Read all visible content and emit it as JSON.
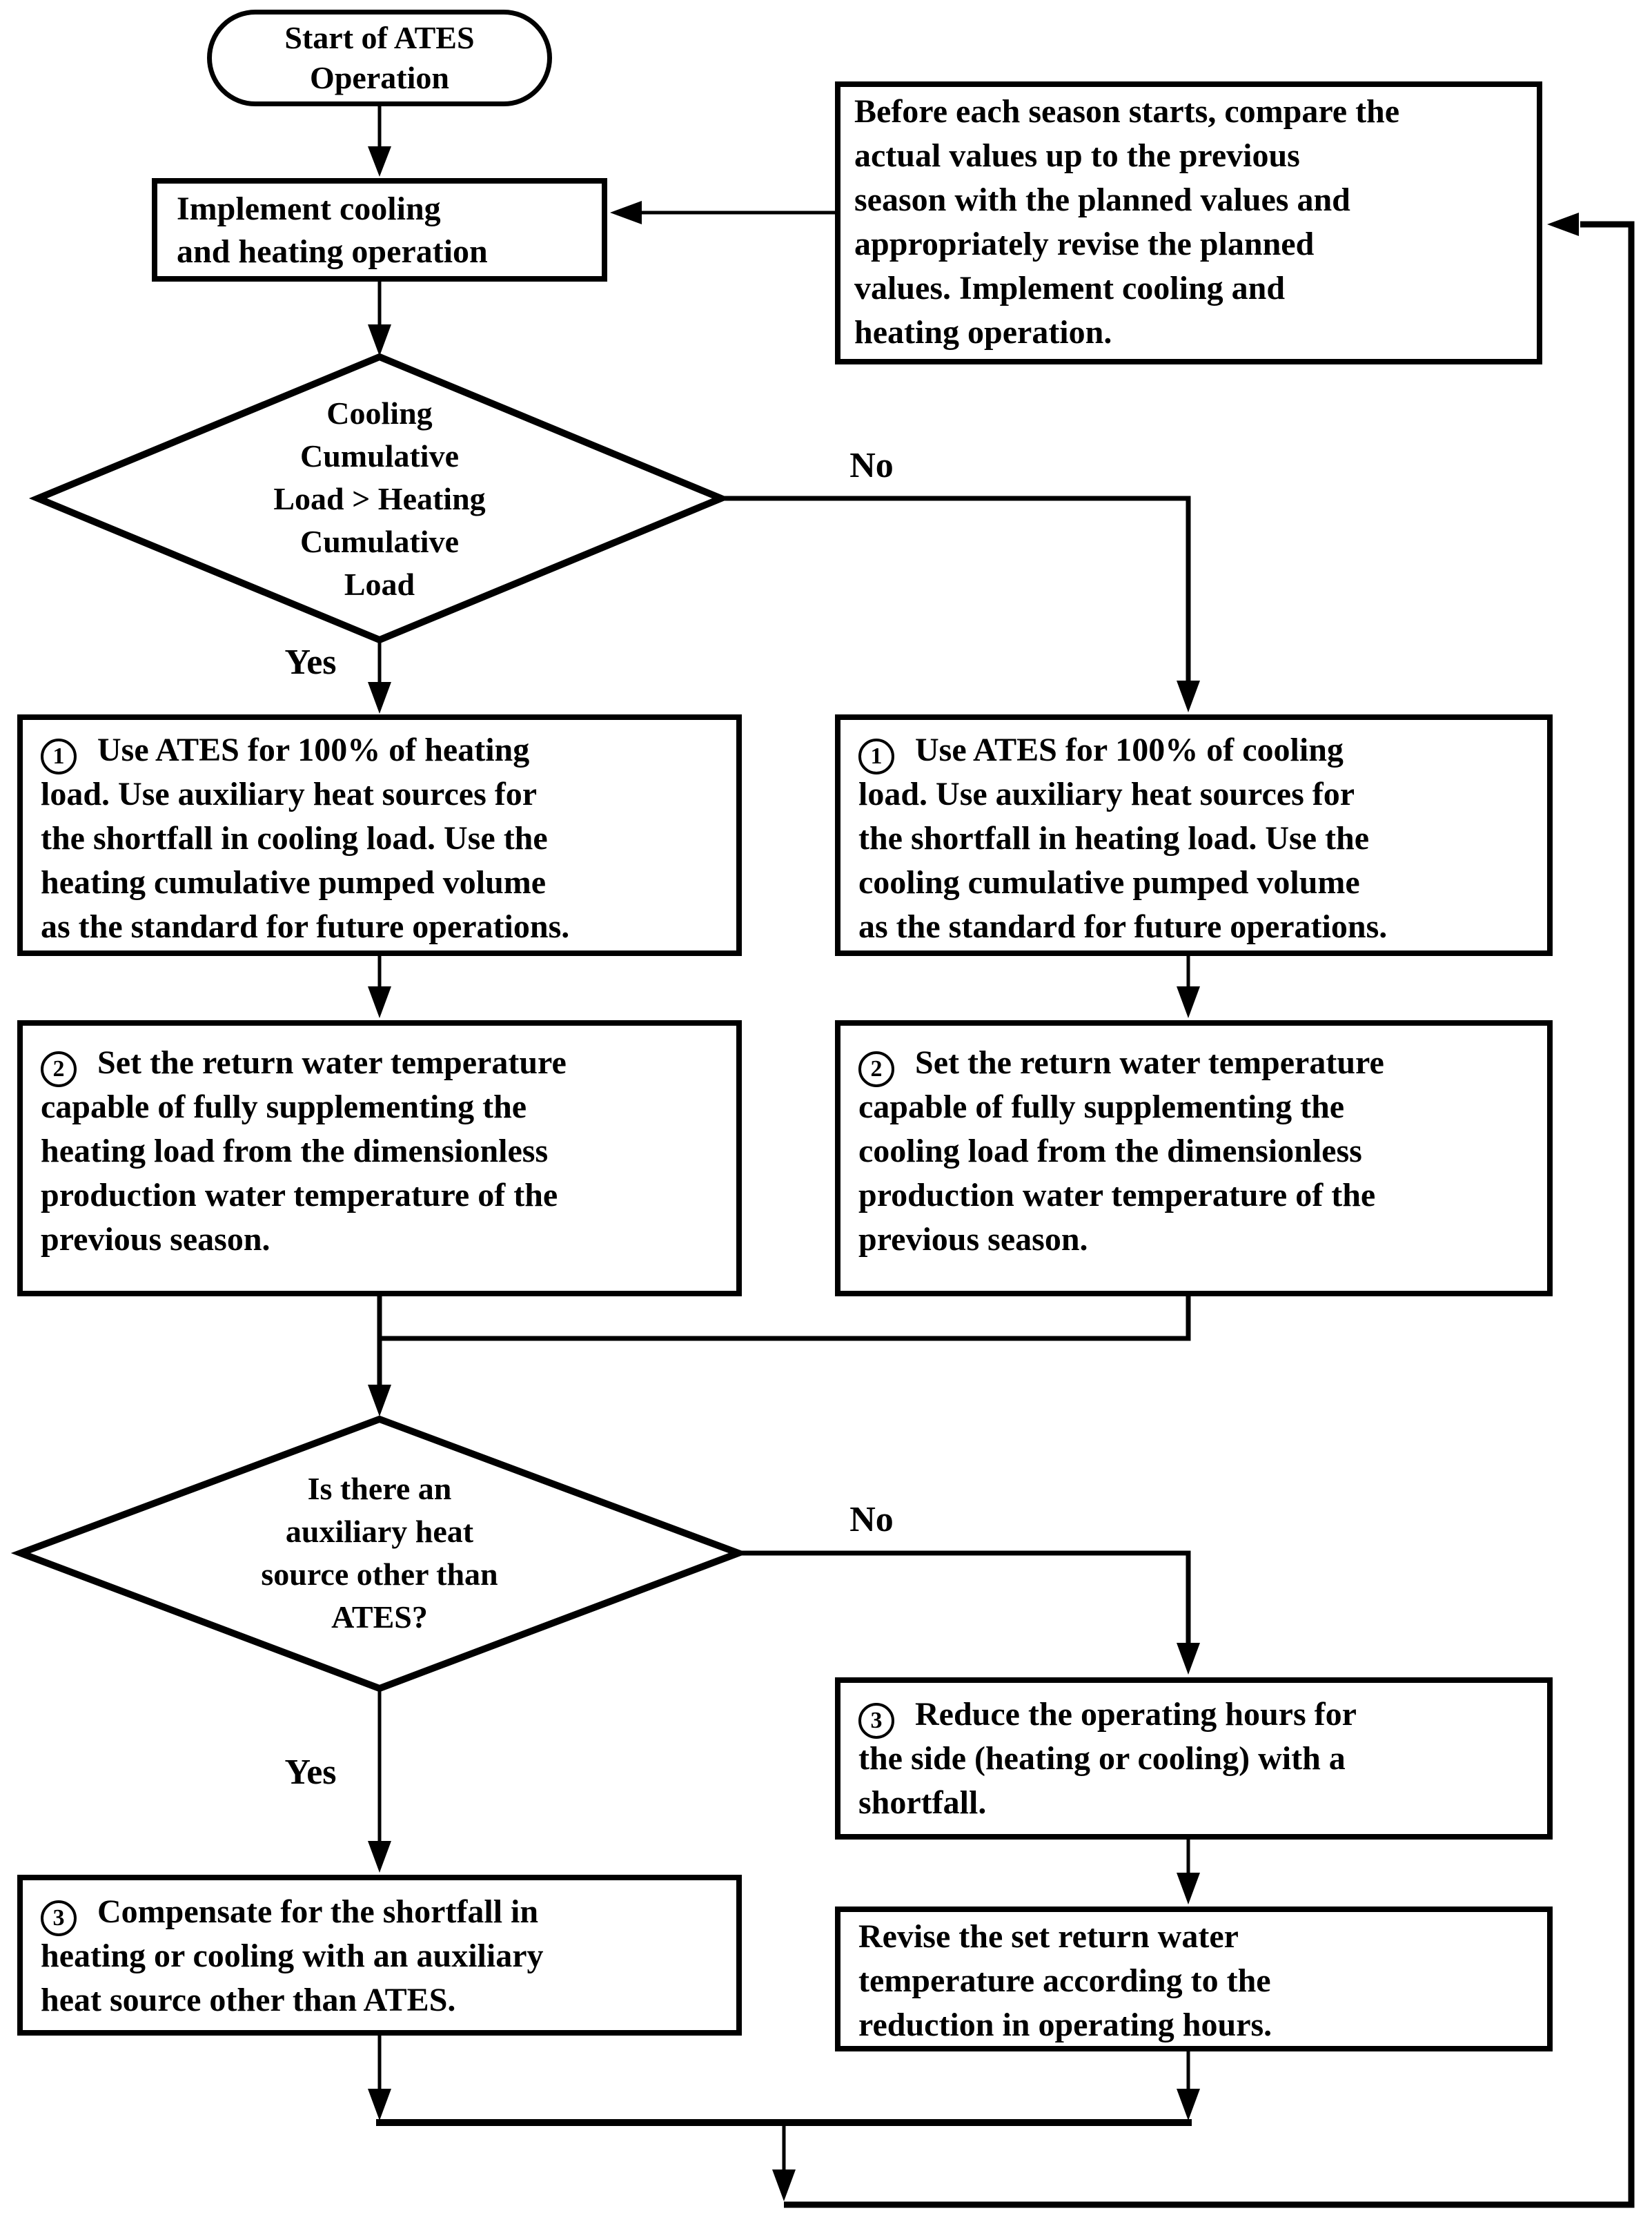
{
  "colors": {
    "ink": "#000000",
    "background": "#ffffff"
  },
  "nodes": {
    "start": {
      "lines": [
        "Start of ATES",
        "Operation"
      ]
    },
    "implement": {
      "lines": [
        "Implement cooling",
        "and heating operation"
      ]
    },
    "seasonal_note": {
      "lines": [
        "Before each season starts, compare the",
        "actual values up to the previous",
        "season with the planned values and",
        "appropriately revise the planned",
        "values. Implement cooling and",
        "heating operation."
      ]
    },
    "decision_load": {
      "lines": [
        "Cooling",
        "Cumulative",
        "Load > Heating",
        "Cumulative",
        "Load"
      ]
    },
    "step1_heating": {
      "step": "1",
      "lines": [
        "Use ATES for 100% of heating",
        "load. Use auxiliary heat sources for",
        "the shortfall in cooling load. Use the",
        "heating cumulative pumped volume",
        "as the standard for future operations."
      ]
    },
    "step1_cooling": {
      "step": "1",
      "lines": [
        "Use ATES for 100% of cooling",
        "load. Use auxiliary heat sources for",
        "the shortfall in heating load. Use the",
        "cooling cumulative pumped volume",
        "as the standard for future operations."
      ]
    },
    "step2_heating": {
      "step": "2",
      "lines": [
        "Set the return water temperature",
        "capable of fully supplementing the",
        "heating load from the dimensionless",
        "production water temperature of the",
        "previous season."
      ]
    },
    "step2_cooling": {
      "step": "2",
      "lines": [
        "Set the return water temperature",
        "capable of fully supplementing the",
        "cooling load from the dimensionless",
        "production water temperature of the",
        "previous season."
      ]
    },
    "decision_aux": {
      "lines": [
        "Is there an",
        "auxiliary heat",
        "source other than",
        "ATES?"
      ]
    },
    "step3_compensate": {
      "step": "3",
      "lines": [
        "Compensate for the shortfall in",
        "heating or cooling with an auxiliary",
        "heat source other than ATES."
      ]
    },
    "step3_reduce": {
      "step": "3",
      "lines": [
        "Reduce the operating hours for",
        "the side (heating or cooling) with a",
        "shortfall."
      ]
    },
    "revise_temp": {
      "lines": [
        "Revise the set return water",
        "temperature according to the",
        "reduction in operating hours."
      ]
    }
  },
  "edge_labels": {
    "yes_load": "Yes",
    "no_load": "No",
    "yes_aux": "Yes",
    "no_aux": "No"
  }
}
